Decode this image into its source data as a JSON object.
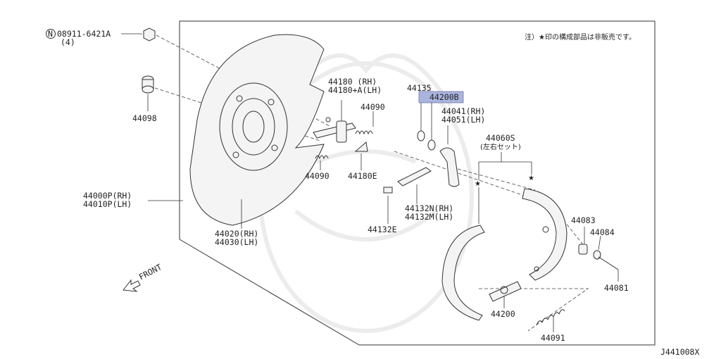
{
  "note": "注）★印の構成部品は非販売です。",
  "figure_code": "J441008X",
  "front_label": "FRONT",
  "highlight_color": "#aab4dd",
  "labels": {
    "nut_symbol": "N",
    "nut_part": "08911-6421A",
    "nut_qty": "(4)",
    "p44098": "44098",
    "p44000": "44000P(RH)",
    "p44010": "44010P(LH)",
    "p44020": "44020(RH)",
    "p44030": "44030(LH)",
    "p44180": "44180 (RH)",
    "p44180a": "44180+A(LH)",
    "p44090_top": "44090",
    "p44090_low": "44090",
    "p44180e": "44180E",
    "p44135": "44135",
    "p44200b": "44200B",
    "p44041": "44041(RH)",
    "p44051": "44051(LH)",
    "p44060s": "44060S",
    "p44060s_sub": "(左右セット)",
    "p44132n": "44132N(RH)",
    "p44132m": "44132M(LH)",
    "p44132e": "44132E",
    "p44083": "44083",
    "p44084": "44084",
    "p44081": "44081",
    "p44200": "44200",
    "p44091": "44091",
    "star": "★"
  }
}
